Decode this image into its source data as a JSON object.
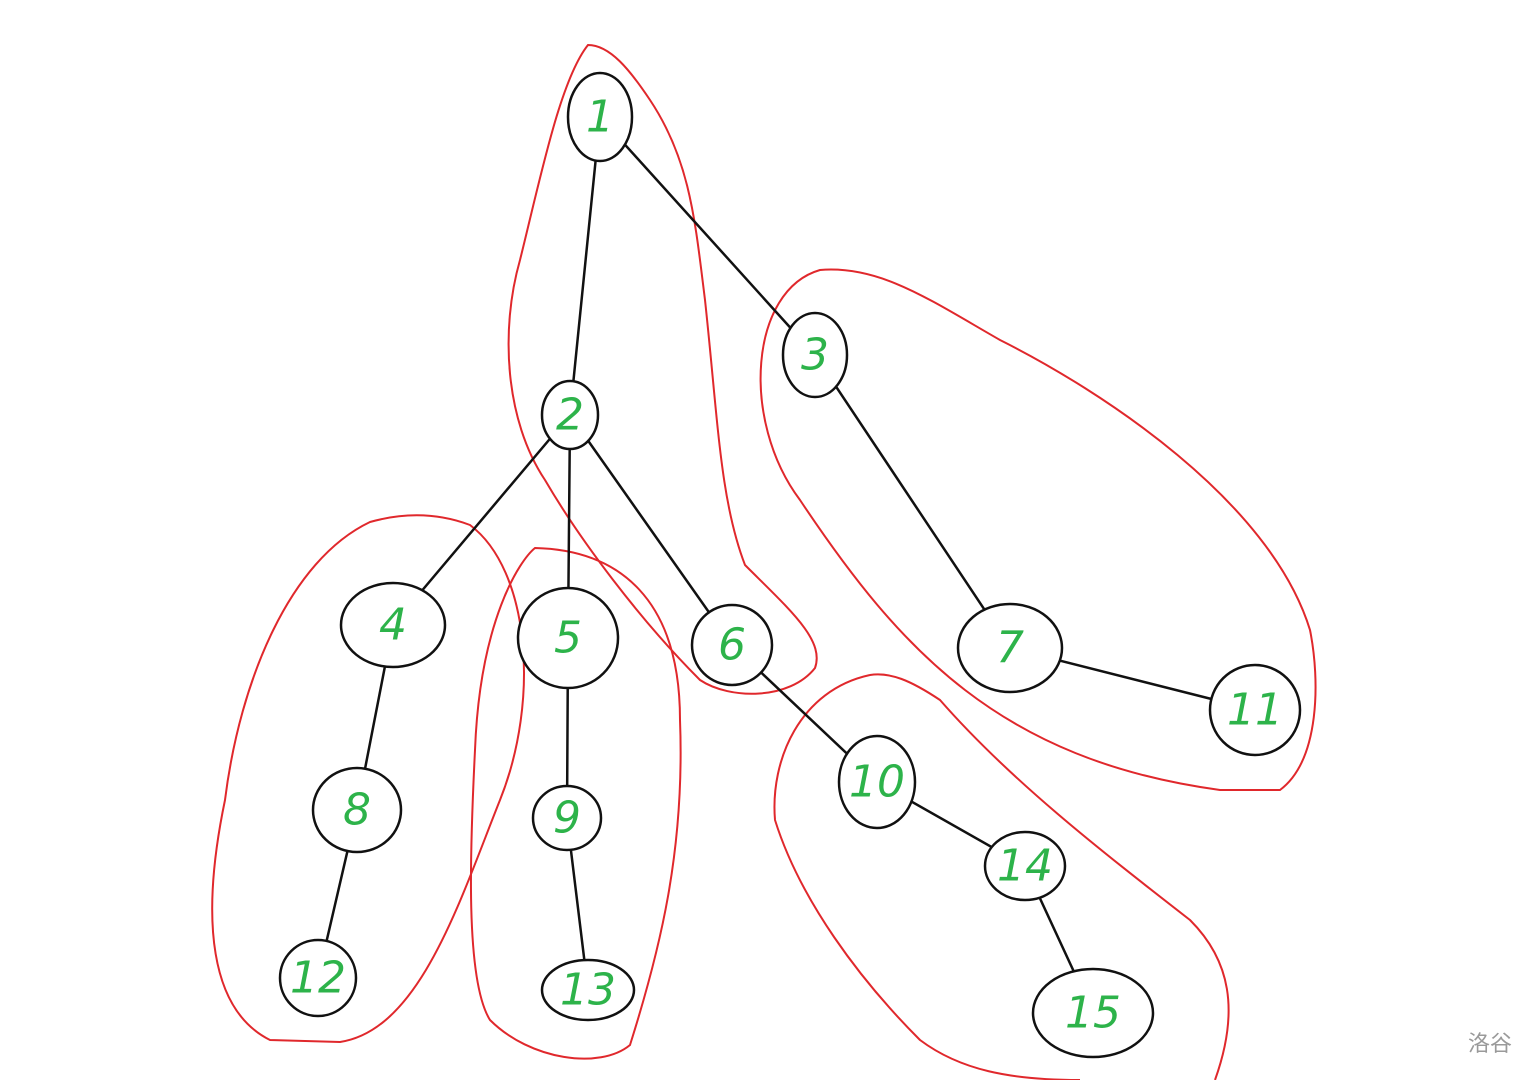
{
  "diagram": {
    "nodes": [
      "1",
      "2",
      "3",
      "4",
      "5",
      "6",
      "7",
      "8",
      "9",
      "10",
      "11",
      "12",
      "13",
      "14",
      "15"
    ],
    "edges": [
      [
        "1",
        "2"
      ],
      [
        "1",
        "3"
      ],
      [
        "2",
        "4"
      ],
      [
        "2",
        "5"
      ],
      [
        "2",
        "6"
      ],
      [
        "3",
        "7"
      ],
      [
        "4",
        "8"
      ],
      [
        "5",
        "9"
      ],
      [
        "6",
        "10"
      ],
      [
        "7",
        "11"
      ],
      [
        "8",
        "12"
      ],
      [
        "9",
        "13"
      ],
      [
        "10",
        "14"
      ],
      [
        "14",
        "15"
      ]
    ],
    "chains": [
      [
        "1",
        "2",
        "6"
      ],
      [
        "3",
        "7",
        "11"
      ],
      [
        "4",
        "8",
        "12"
      ],
      [
        "5",
        "9",
        "13"
      ],
      [
        "10",
        "14",
        "15"
      ]
    ],
    "colors": {
      "edge": "#111111",
      "label": "#2db34a",
      "chain": "#e0282c"
    }
  },
  "watermark": "洛谷"
}
